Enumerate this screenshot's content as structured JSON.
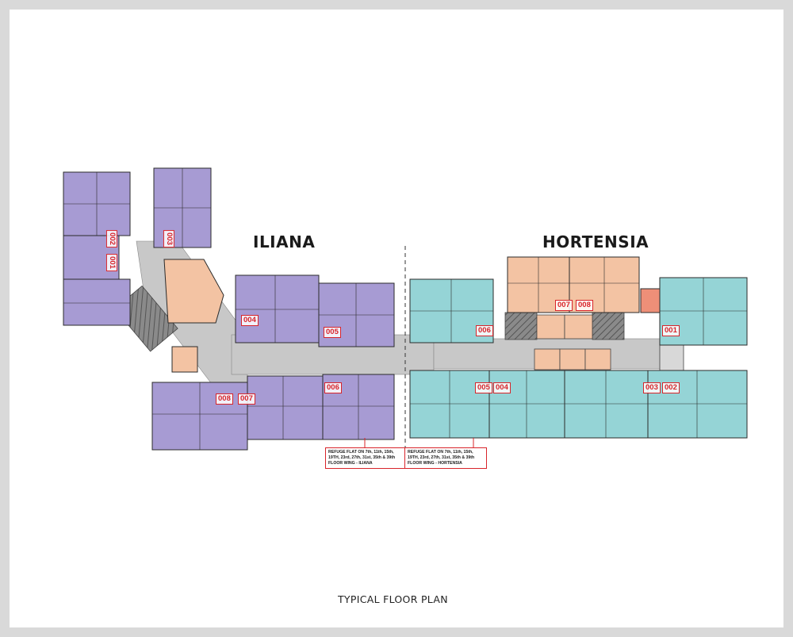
{
  "wings": {
    "left": "ILIANA",
    "right": "HORTENSIA"
  },
  "caption": "TYPICAL FLOOR PLAN",
  "units_left": {
    "u001": "001",
    "u002": "002",
    "u003": "003",
    "u004": "004",
    "u005": "005",
    "u006": "006",
    "u007": "007",
    "u008": "008"
  },
  "units_right": {
    "u001": "001",
    "u002": "002",
    "u003": "003",
    "u004": "004",
    "u005": "005",
    "u006": "006",
    "u007": "007",
    "u008": "008"
  },
  "refuge": {
    "left": "REFUGE FLAT ON 7th, 11th, 15th, 19TH, 23rd, 27th, 31st, 35th & 39th FLOOR WING - ILIANA",
    "right": "REFUGE FLAT ON 7th, 11th, 15th, 19TH, 23rd, 27th, 31st, 35th & 39th FLOOR WING - HORTENSIA"
  },
  "colors": {
    "iliana_flats": "#a79bd3",
    "hortensia_flats": "#95d4d6",
    "refuge_flats": "#f3c3a3",
    "core": "#9c9c9c",
    "passage": "#c4c4c4",
    "unit_number": "#d8242a"
  }
}
